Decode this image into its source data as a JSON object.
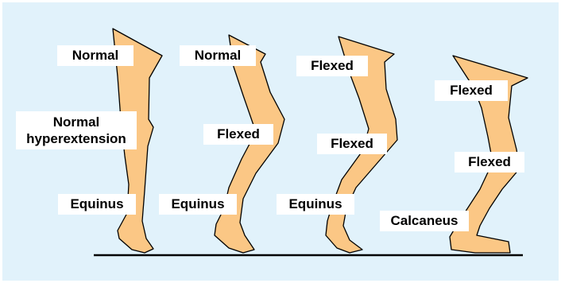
{
  "diagram": {
    "legs": [
      {
        "hip": "Normal",
        "knee": "Normal\nhyperextension",
        "ankle": "Equinus"
      },
      {
        "hip": "Normal",
        "knee": "Flexed",
        "ankle": "Equinus"
      },
      {
        "hip": "Flexed",
        "knee": "Flexed",
        "ankle": "Equinus"
      },
      {
        "hip": "Flexed",
        "knee": "Flexed",
        "ankle": "Calcaneus"
      }
    ]
  },
  "colors": {
    "background": "#e1f2fb",
    "leg_fill": "#fbc785",
    "outline": "#000000",
    "label_box": "#ffffff"
  }
}
